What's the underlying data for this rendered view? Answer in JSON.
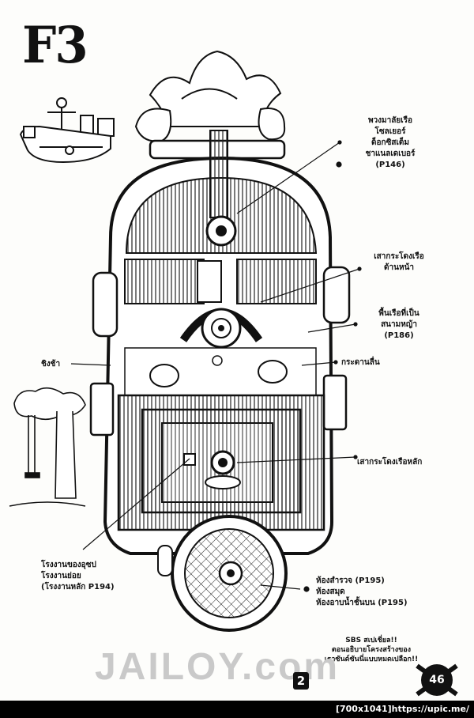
{
  "title": "F3",
  "labels": {
    "lion_head": [
      "พวงมาลัยเรือ",
      "โซลเยอร์",
      "ด็อกซิสเต็ม",
      "ชาแนลเดเบอร์",
      "(P146)"
    ],
    "foremast": [
      "เสากระโดงเรือ",
      "ด้านหน้า"
    ],
    "lawn_deck": [
      "พื้นเรือที่เป็น",
      "สนามหญ้า",
      "(P186)"
    ],
    "swing": "ชิงช้า",
    "slide": "กระดานลื่น",
    "mainmast": "เสากระโดงเรือหลัก",
    "workshop": [
      "โรงงานของอุซป",
      "โรงงานย่อย",
      "(โรงงานหลัก P194)"
    ],
    "rooms": [
      "ห้องสำรวจ (P195)",
      "ห้องสมุด",
      "ห้องอาบน้ำชั้นบน (P195)"
    ]
  },
  "sbs": [
    "SBS สเปเชี่ยล!!",
    "ตอนอธิบายโครงสร้างของ",
    "เธาซันด์ซันนี่แบบหมดเปลือก!!"
  ],
  "watermark": "JAILOY.com",
  "page_number": "2",
  "badge": "46",
  "footer_text": "[700x1041]https://upic.me/"
}
